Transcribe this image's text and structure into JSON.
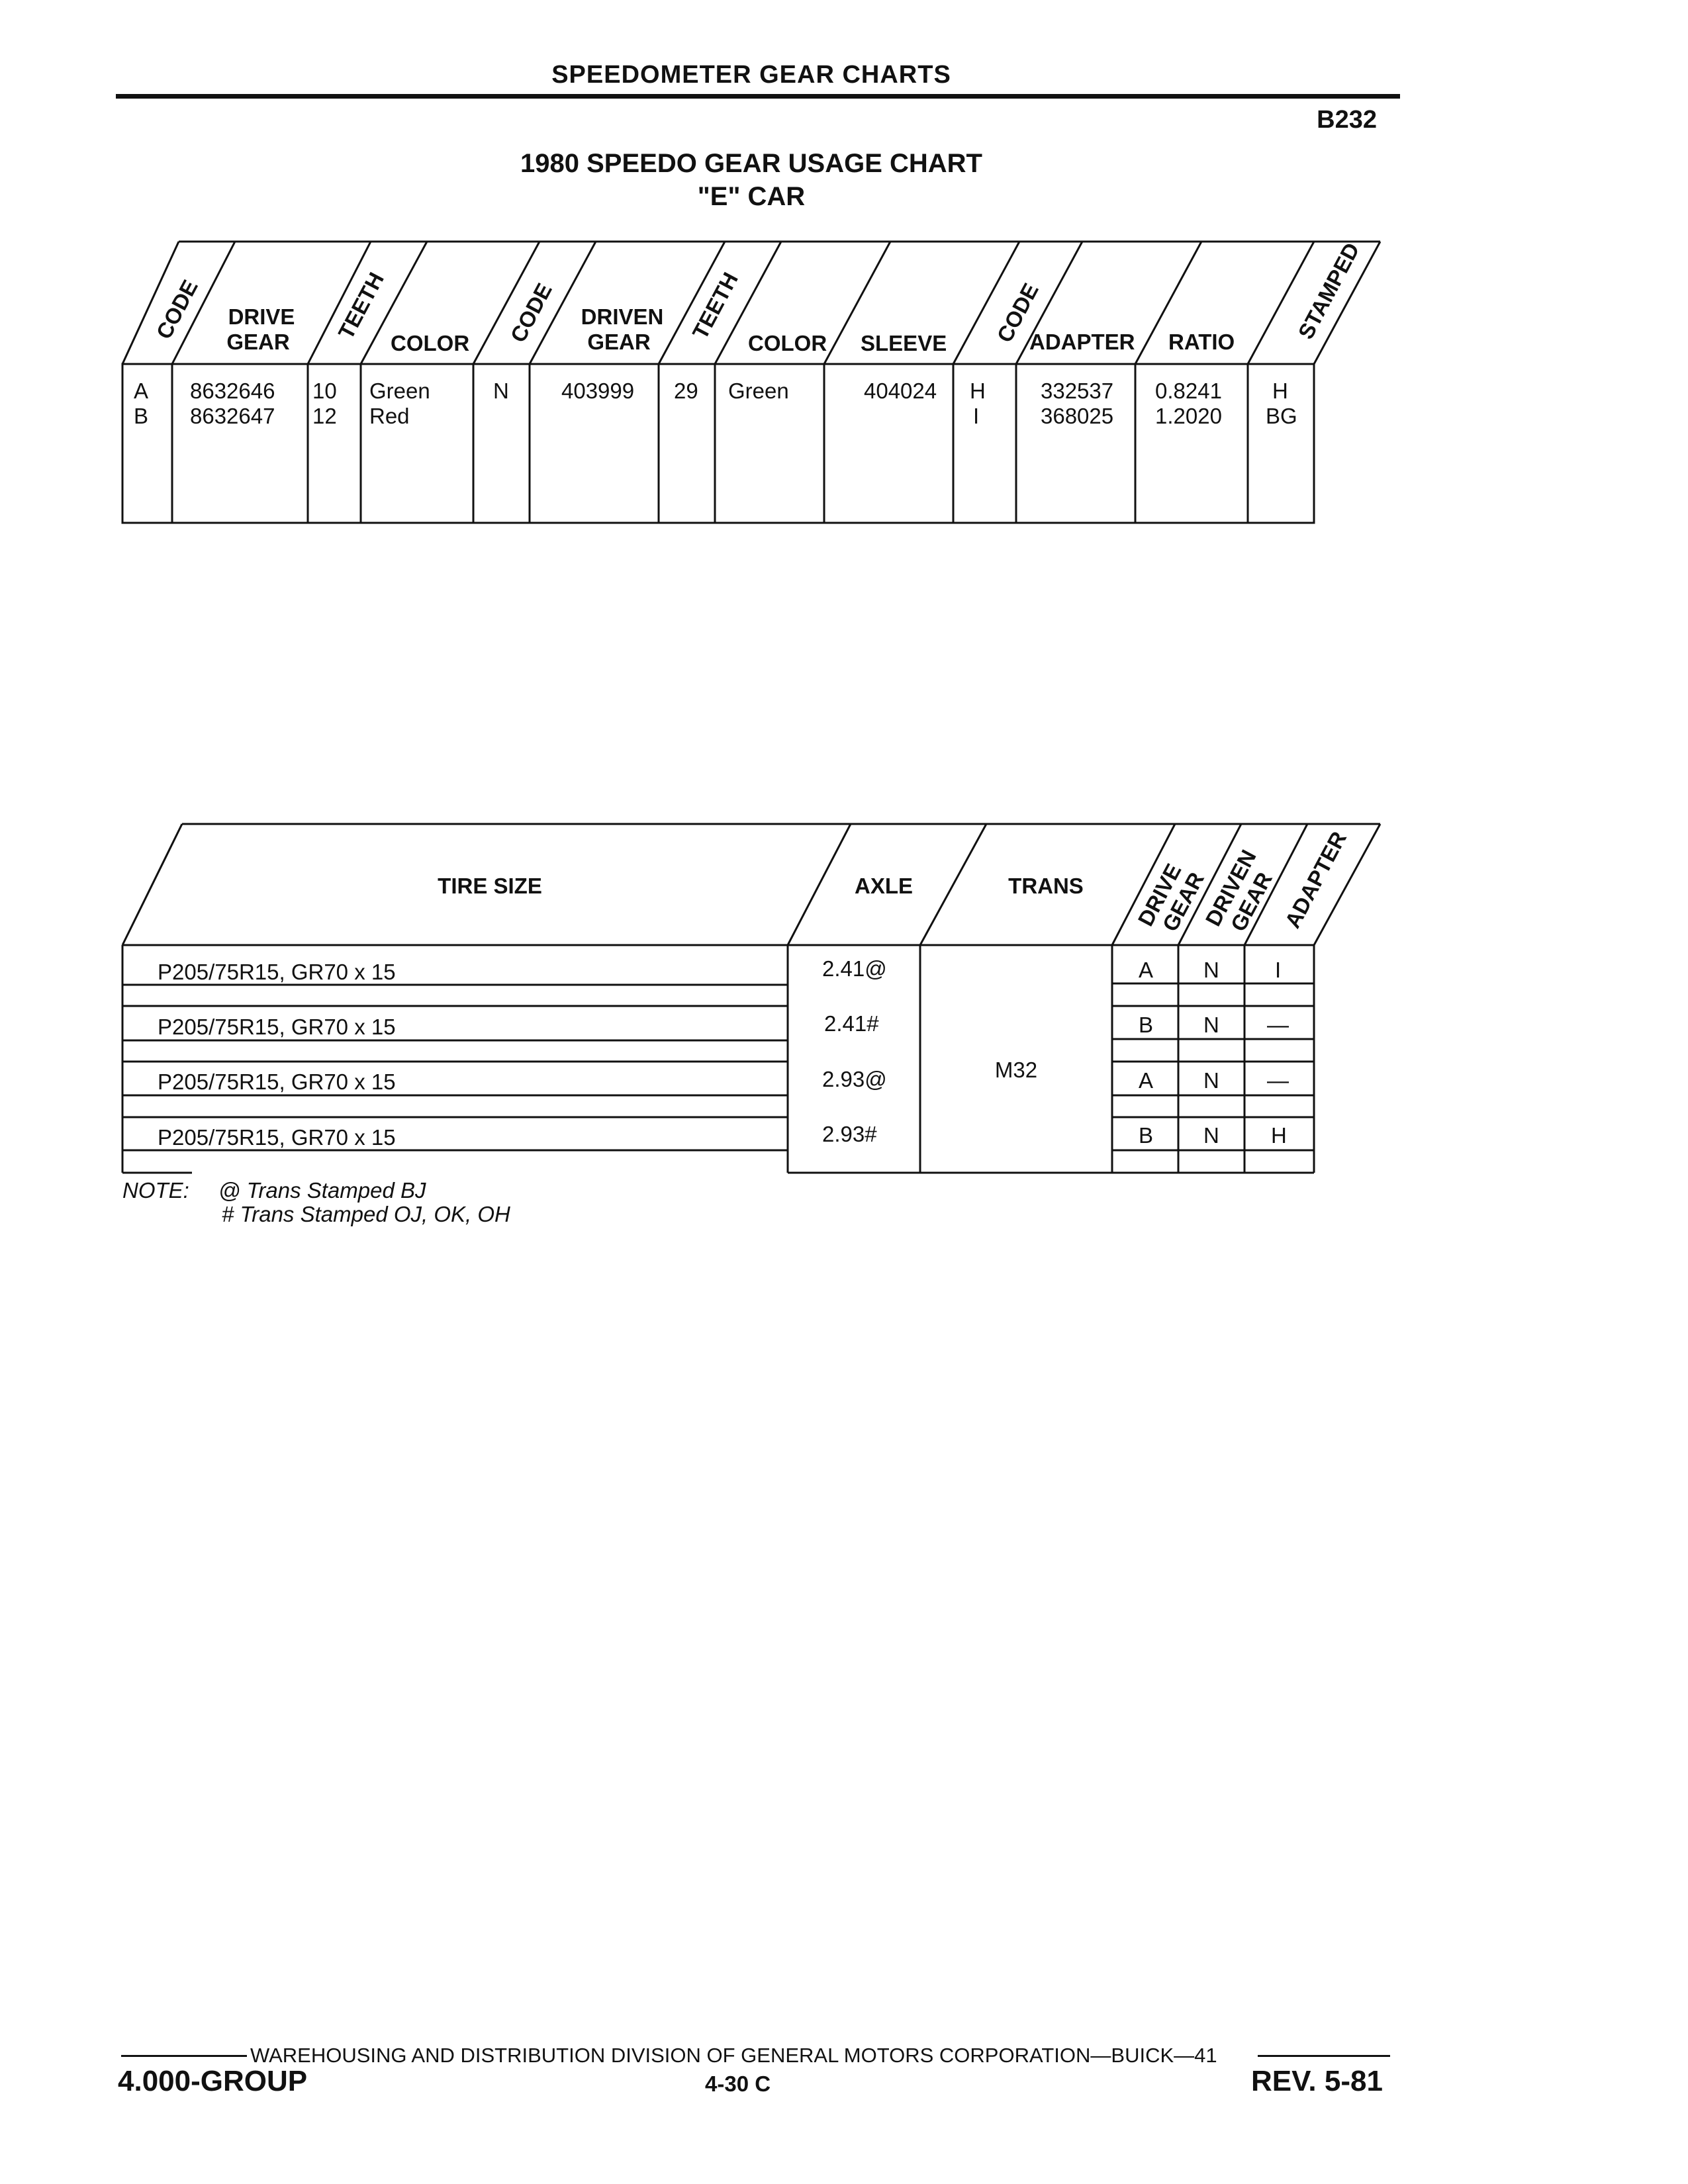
{
  "header": {
    "title": "SPEEDOMETER GEAR CHARTS",
    "page_code": "B232",
    "chart_title": "1980 SPEEDO GEAR USAGE CHART",
    "chart_subtitle": "\"E\" CAR"
  },
  "gear_table": {
    "headers": {
      "code1": "CODE",
      "drive_gear_1": "DRIVE",
      "drive_gear_2": "GEAR",
      "teeth1": "TEETH",
      "color1": "COLOR",
      "code2": "CODE",
      "driven_gear_1": "DRIVEN",
      "driven_gear_2": "GEAR",
      "teeth2": "TEETH",
      "color2": "COLOR",
      "sleeve": "SLEEVE",
      "code3": "CODE",
      "adapter": "ADAPTER",
      "ratio": "RATIO",
      "stamped": "STAMPED"
    },
    "rows": [
      {
        "code": "A",
        "drive_gear": "8632646",
        "teeth": "10",
        "color": "Green",
        "code2": "N",
        "driven_gear": "403999",
        "teeth2": "29",
        "color2": "Green",
        "sleeve": "404024",
        "code3": "H",
        "adapter": "332537",
        "ratio": "0.8241",
        "stamped": "H"
      },
      {
        "code": "B",
        "drive_gear": "8632647",
        "teeth": "12",
        "color": "Red",
        "code2": "",
        "driven_gear": "",
        "teeth2": "",
        "color2": "",
        "sleeve": "",
        "code3": "I",
        "adapter": "368025",
        "ratio": "1.2020",
        "stamped": "BG"
      }
    ]
  },
  "tire_table": {
    "headers": {
      "tire_size": "TIRE SIZE",
      "axle": "AXLE",
      "trans": "TRANS",
      "drive_gear_1": "DRIVE",
      "drive_gear_2": "GEAR",
      "driven_gear_1": "DRIVEN",
      "driven_gear_2": "GEAR",
      "adapter": "ADAPTER"
    },
    "trans_value": "M32",
    "rows": [
      {
        "tire": "P205/75R15, GR70 x 15",
        "axle": "2.41@",
        "drive": "A",
        "driven": "N",
        "adapter": "I"
      },
      {
        "tire": "P205/75R15, GR70 x 15",
        "axle": "2.41#",
        "drive": "B",
        "driven": "N",
        "adapter": "—"
      },
      {
        "tire": "P205/75R15, GR70 x 15",
        "axle": "2.93@",
        "drive": "A",
        "driven": "N",
        "adapter": "—"
      },
      {
        "tire": "P205/75R15, GR70 x 15",
        "axle": "2.93#",
        "drive": "B",
        "driven": "N",
        "adapter": "H"
      }
    ]
  },
  "notes": {
    "label": "NOTE:",
    "line1": "@  Trans Stamped BJ",
    "line2": "#  Trans Stamped OJ, OK, OH"
  },
  "footer": {
    "line": "WAREHOUSING AND DISTRIBUTION DIVISION OF GENERAL MOTORS CORPORATION—BUICK—41",
    "group": "4.000-GROUP",
    "page": "4-30  C",
    "rev": "REV. 5-81"
  }
}
